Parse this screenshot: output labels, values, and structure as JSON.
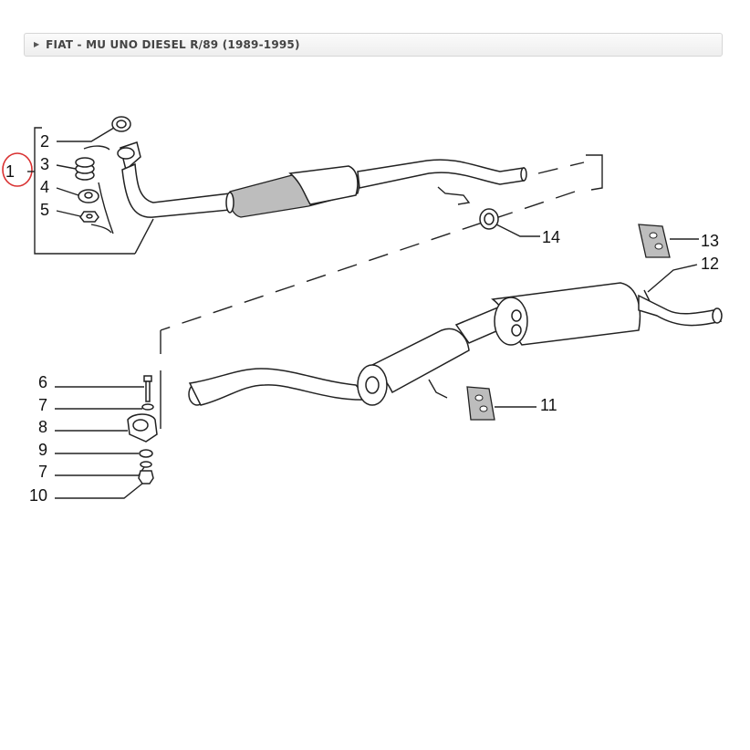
{
  "breadcrumb": {
    "arrow_icon": "triangle-right-icon",
    "label": "FIAT - MU UNO DIESEL R/89 (1989-1995)"
  },
  "highlight_color": "#d93030",
  "callouts": {
    "c1": "1",
    "c2": "2",
    "c3": "3",
    "c4": "4",
    "c5": "5",
    "c6": "6",
    "c7a": "7",
    "c8": "8",
    "c9": "9",
    "c7b": "7",
    "c10": "10",
    "c11": "11",
    "c12": "12",
    "c13": "13",
    "c14": "14"
  }
}
